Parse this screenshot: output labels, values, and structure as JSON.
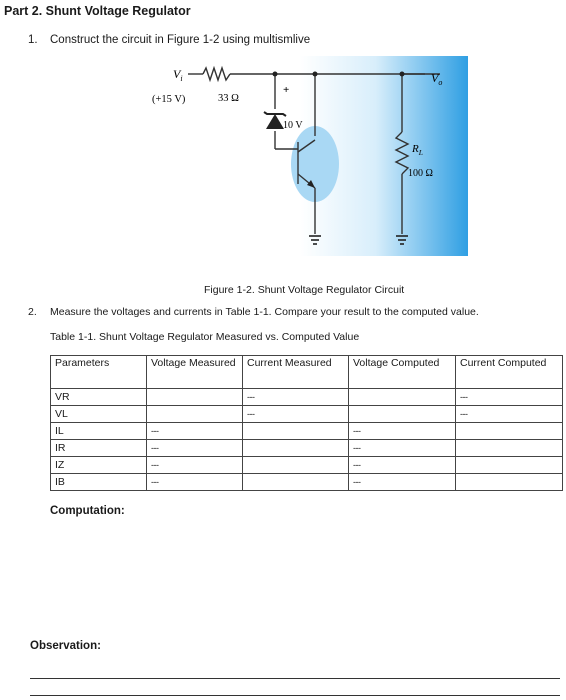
{
  "part_title": "Part 2. Shunt Voltage Regulator",
  "step1": {
    "num": "1.",
    "text": "Construct the circuit in Figure 1-2 using multismlive"
  },
  "figure": {
    "caption": "Figure 1-2. Shunt Voltage Regulator Circuit",
    "labels": {
      "vi": "V",
      "vi_sub": "i",
      "vi_value": "(+15 V)",
      "resistor": "33 Ω",
      "plus": "+",
      "zener": "10 V",
      "vo": "V",
      "vo_sub": "o",
      "rl": "R",
      "rl_sub": "L",
      "rl_value": "100 Ω"
    },
    "colors": {
      "panel": "#3aa6e6",
      "panel_light": "#eaf6fd",
      "wire": "#333333"
    }
  },
  "step2": {
    "num": "2.",
    "text": "Measure the voltages and currents in Table 1-1. Compare your result to the computed value."
  },
  "table_title": "Table 1-1. Shunt Voltage Regulator Measured vs. Computed Value",
  "table": {
    "headers": [
      "Parameters",
      "Voltage Measured",
      "Current Measured",
      "Voltage Computed",
      "Current Computed"
    ],
    "rows": [
      {
        "param": "VR",
        "vm": "",
        "cm": "---",
        "vc": "",
        "cc": "---"
      },
      {
        "param": "VL",
        "vm": "",
        "cm": "---",
        "vc": "",
        "cc": "---"
      },
      {
        "param": "IL",
        "vm": "---",
        "cm": "",
        "vc": "---",
        "cc": ""
      },
      {
        "param": "IR",
        "vm": "---",
        "cm": "",
        "vc": "---",
        "cc": ""
      },
      {
        "param": "IZ",
        "vm": "---",
        "cm": "",
        "vc": "---",
        "cc": ""
      },
      {
        "param": "IB",
        "vm": "---",
        "cm": "",
        "vc": "---",
        "cc": ""
      }
    ]
  },
  "computation_label": "Computation:",
  "observation_label": "Observation:"
}
